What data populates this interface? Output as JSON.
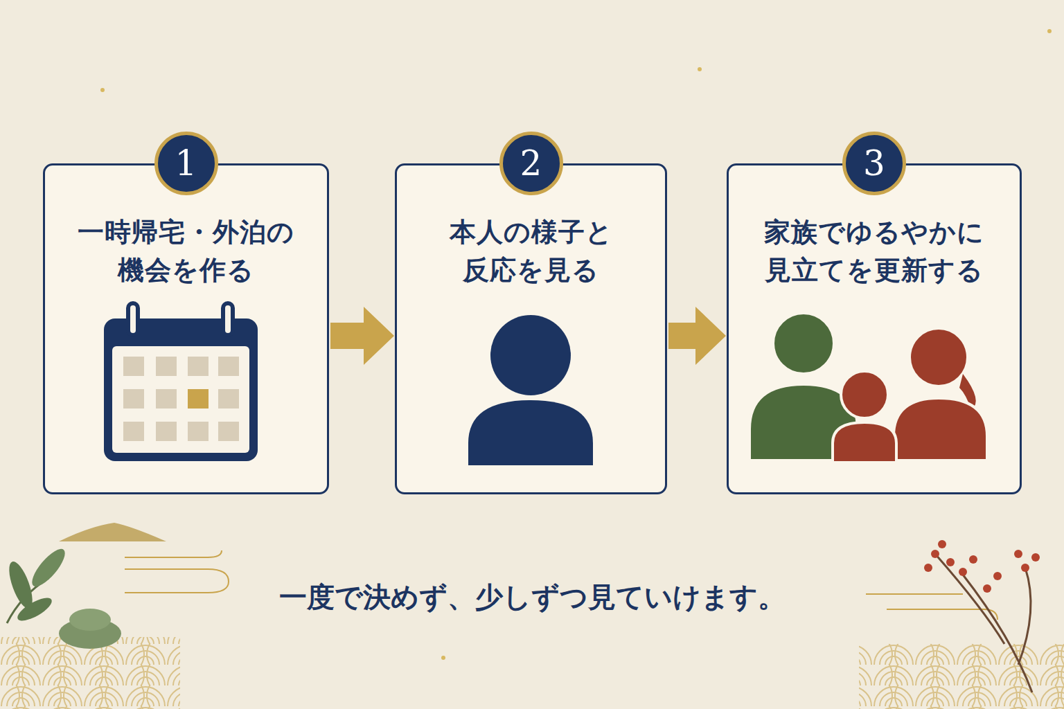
{
  "diagram": {
    "caption": "一度で決めず、少しずつ見ていけます。",
    "nodes": [
      {
        "text": [
          "一時帰宅・外泊の 機会を作る"
        ]
      },
      {
        "text": [
          "1"
        ],
        "in": 0
      },
      {
        "text": [
          "本人の様子と 反応を見る"
        ]
      },
      {
        "text": [
          "2"
        ],
        "in": 2
      },
      {
        "text": [
          "家族でゆるやかに 見立てを更新する"
        ]
      },
      {
        "text": [
          "3"
        ],
        "in": 4
      }
    ],
    "edges": [
      {
        "from": 0,
        "to": 2,
        "arrow": "to"
      },
      {
        "from": 2,
        "to": 4,
        "arrow": "to"
      }
    ]
  }
}
